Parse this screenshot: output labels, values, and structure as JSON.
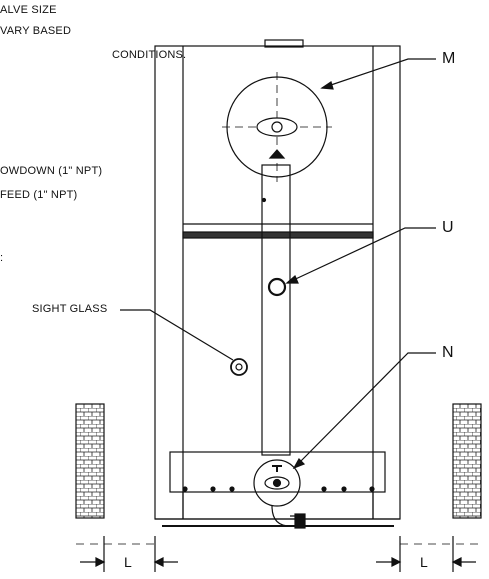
{
  "notes": {
    "valve_line1": "ALVE SIZE",
    "valve_line2": "VARY BASED",
    "valve_line3": "CONDITIONS.",
    "blowdown": "OWDOWN (1\" NPT)",
    "feed": "FEED (1\" NPT)",
    "stray": ":",
    "sight_glass": "SIGHT GLASS"
  },
  "callouts": {
    "m": "M",
    "u": "U",
    "n": "N"
  },
  "dimensions": {
    "left": "L",
    "right": "L"
  }
}
